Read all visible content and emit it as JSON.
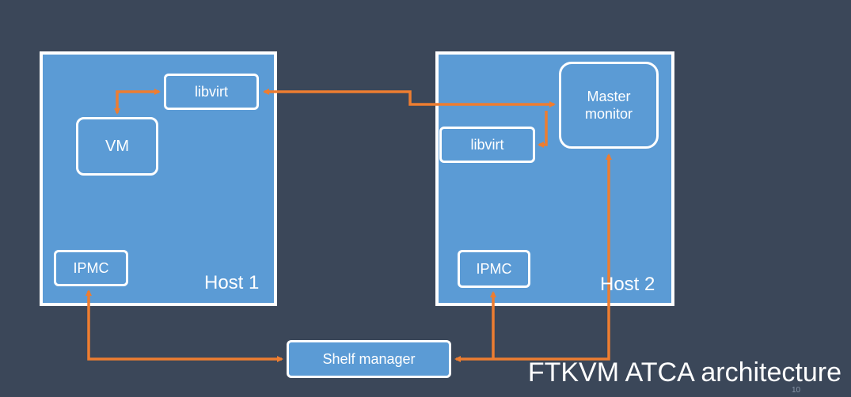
{
  "title": "FTKVM ATCA architecture",
  "page_number": "10",
  "colors": {
    "background": "#3b4759",
    "box": "#5b9bd5",
    "border": "#ffffff",
    "arrow": "#ed7d31"
  },
  "host1": {
    "label": "Host 1",
    "vm": "VM",
    "libvirt": "libvirt",
    "ipmc": "IPMC"
  },
  "host2": {
    "label": "Host 2",
    "master_monitor": "Master\nmonitor",
    "libvirt": "libvirt",
    "ipmc": "IPMC"
  },
  "shelf_manager": "Shelf manager"
}
